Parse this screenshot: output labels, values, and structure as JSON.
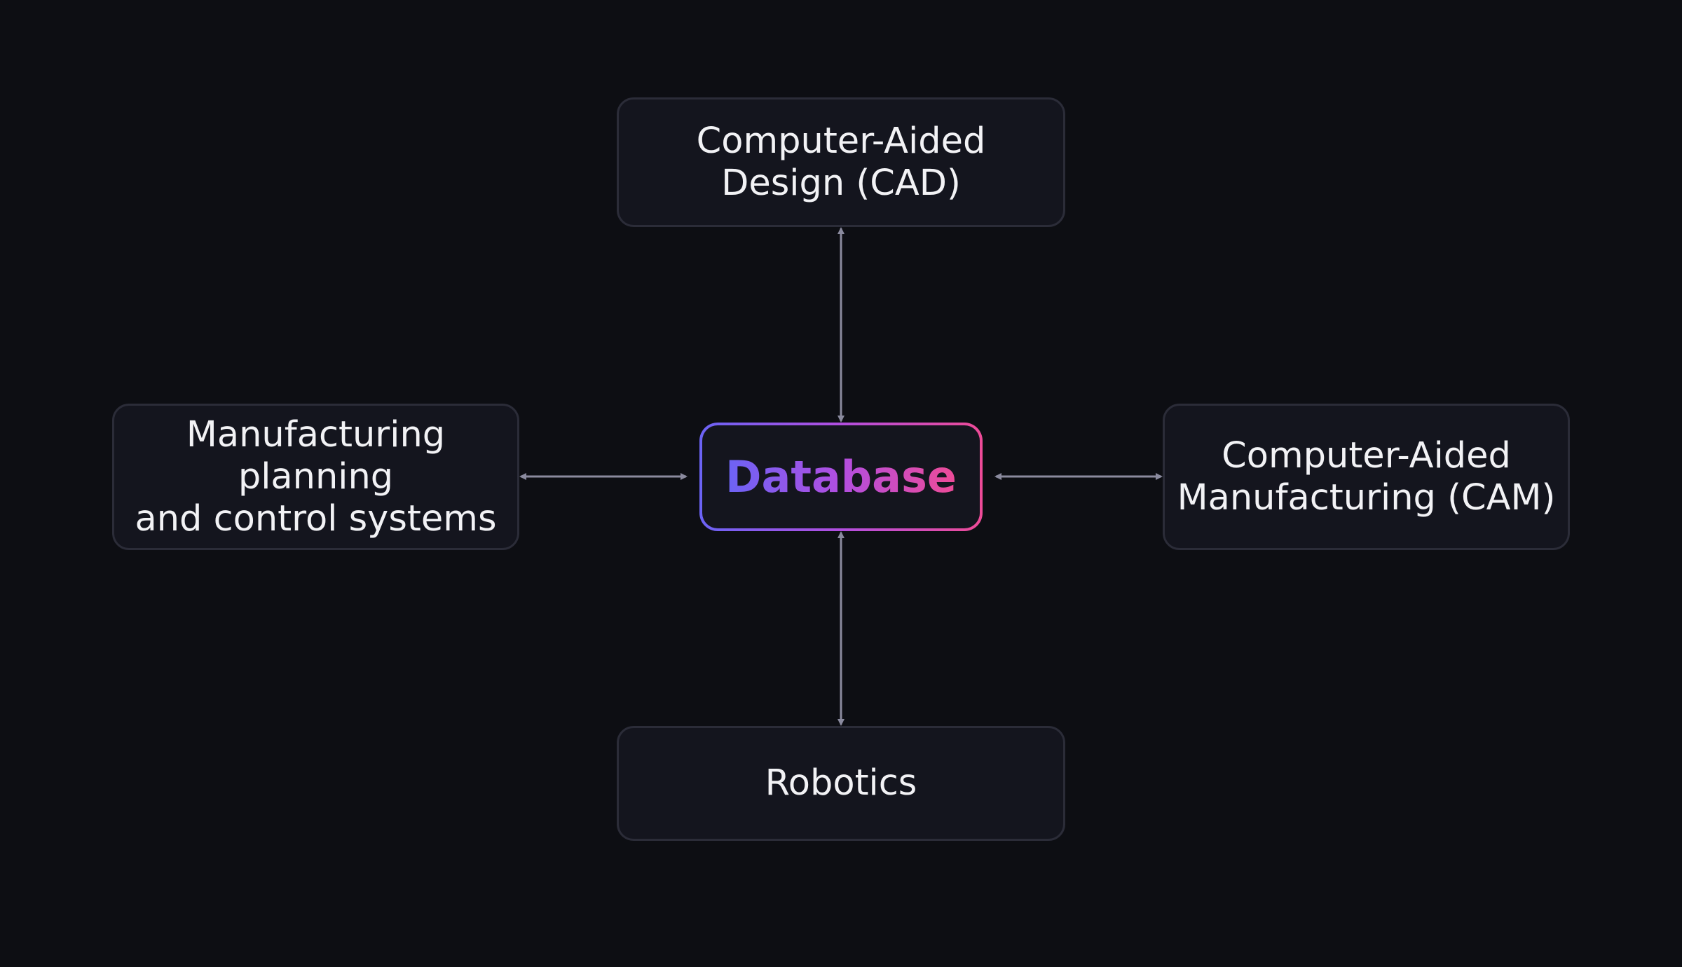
{
  "diagram": {
    "center": {
      "label": "Database"
    },
    "nodes": {
      "cad": {
        "label": "Computer-Aided\nDesign (CAD)"
      },
      "mpc": {
        "label": "Manufacturing planning\nand control systems"
      },
      "cam": {
        "label": "Computer-Aided\nManufacturing (CAM)"
      },
      "robotics": {
        "label": "Robotics"
      }
    },
    "edges": [
      {
        "from": "cad",
        "to": "database",
        "direction": "bidirectional"
      },
      {
        "from": "mpc",
        "to": "database",
        "direction": "bidirectional"
      },
      {
        "from": "database",
        "to": "cam",
        "direction": "bidirectional"
      },
      {
        "from": "database",
        "to": "robotics",
        "direction": "bidirectional"
      }
    ],
    "colors": {
      "background": "#0d0e13",
      "node_fill": "#14151e",
      "node_border": "#2b2c38",
      "arrow": "#8a8a9e",
      "text": "#f2f2f5",
      "gradient_start": "#6b63f5",
      "gradient_mid": "#b24ee0",
      "gradient_end": "#ee4b97"
    }
  }
}
